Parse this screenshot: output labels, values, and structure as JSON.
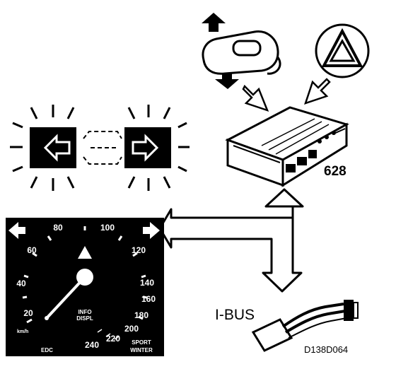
{
  "labels": {
    "module_id": "628",
    "bus_name": "I-BUS",
    "figure_code": "D138D064"
  },
  "cluster": {
    "inner_ticks": [
      "60",
      "80",
      "100",
      "120"
    ],
    "left_ticks": [
      "60",
      "40",
      "20"
    ],
    "right_ticks": [
      "140",
      "160",
      "180",
      "200",
      "220",
      "240"
    ],
    "top_ticks": [
      "80",
      "100"
    ],
    "info_line1": "INFO",
    "info_line2": "DISPL",
    "unit": "km/h",
    "bottom_left": "EDC",
    "sport": "SPORT",
    "winter": "WINTER"
  },
  "icons": [
    "turn-signal-left-icon",
    "turn-signal-right-icon",
    "hazard-warning-icon",
    "turn-signal-stalk-icon"
  ],
  "colors": {
    "ink": "#000000",
    "paper": "#ffffff"
  }
}
